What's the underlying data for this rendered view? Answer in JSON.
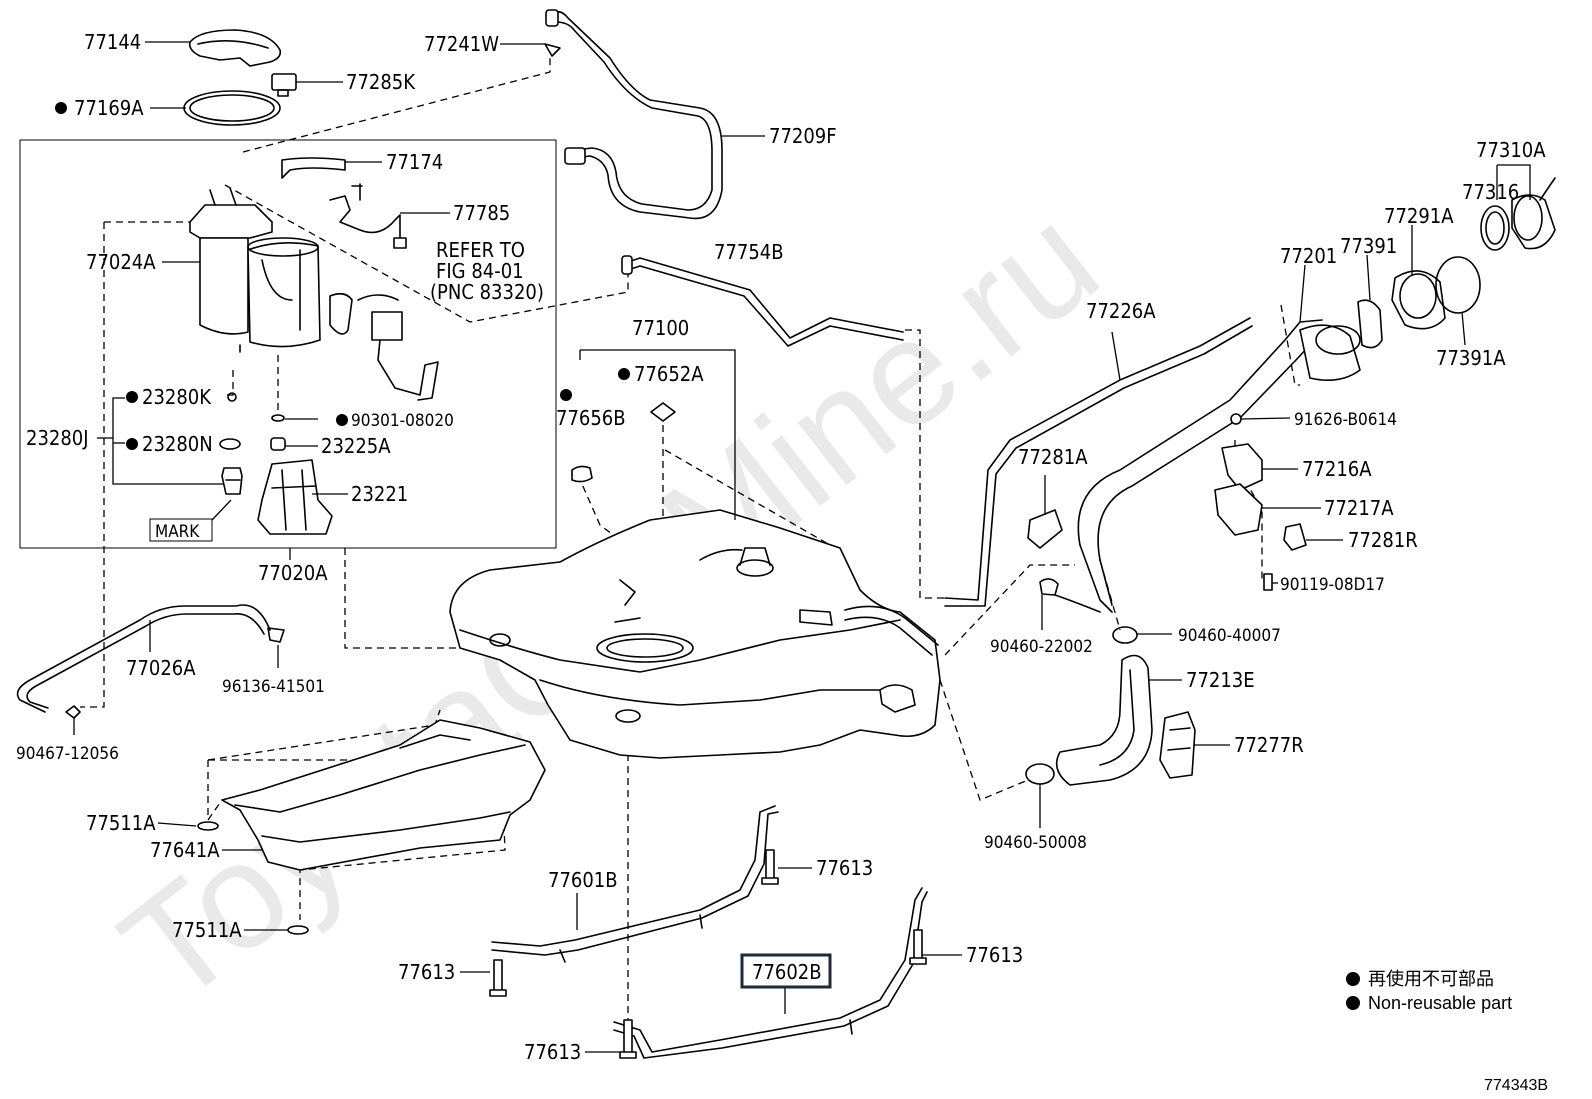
{
  "watermark": "ToyotaCarMine.ru",
  "figure_code": "774343B",
  "boxed_part": "77602B",
  "mark_label": "MARK",
  "refer_note": [
    "REFER TO",
    "FIG 84-01",
    "(PNC 83320)"
  ],
  "legend": {
    "japanese": "再使用不可部品",
    "english": "Non-reusable part"
  },
  "labels": {
    "p77144": "77144",
    "p77285K": "77285K",
    "p77169A": "77169A",
    "p77241W": "77241W",
    "p77209F": "77209F",
    "p77174": "77174",
    "p77785": "77785",
    "p77024A": "77024A",
    "p23280K": "23280K",
    "p23280J": "23280J",
    "p23280N": "23280N",
    "p90301": "90301-08020",
    "p23225A": "23225A",
    "p23221": "23221",
    "p77020A": "77020A",
    "p77754B": "77754B",
    "p77100": "77100",
    "p77652A": "77652A",
    "p77656B": "77656B",
    "p77026A": "77026A",
    "p96136": "96136-41501",
    "p90467": "90467-12056",
    "p77511A_1": "77511A",
    "p77641A": "77641A",
    "p77511A_2": "77511A",
    "p77601B": "77601B",
    "p77613_1": "77613",
    "p77613_2": "77613",
    "p77613_3": "77613",
    "p77613_4": "77613",
    "p77310A": "77310A",
    "p77316": "77316",
    "p77291A": "77291A",
    "p77201": "77201",
    "p77391": "77391",
    "p77226A": "77226A",
    "p77391A": "77391A",
    "p91626": "91626-B0614",
    "p77281A": "77281A",
    "p77216A": "77216A",
    "p77217A": "77217A",
    "p77281R": "77281R",
    "p90119": "90119-08D17",
    "p90460_22002": "90460-22002",
    "p90460_40007": "90460-40007",
    "p77213E": "77213E",
    "p77277R": "77277R",
    "p90460_50008": "90460-50008"
  }
}
